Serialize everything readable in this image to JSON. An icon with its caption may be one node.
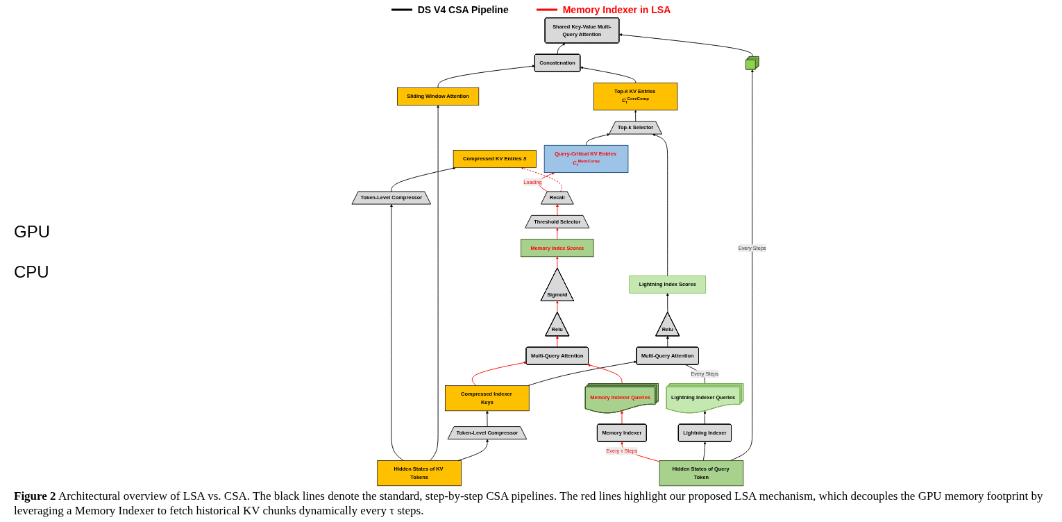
{
  "diagram": {
    "nodes": [
      {
        "text": [
          "Shared Key-Value Multi-Query Attention"
        ]
      },
      {
        "text": [
          "Concatenation"
        ]
      },
      {
        "text": [
          "Top-*k* KV Entries *C*$_{t}$$^{CoreComp}$"
        ]
      },
      {
        "text": [
          "Top-k Selector"
        ]
      },
      {
        "text": [
          "Sliding Window Attention"
        ]
      },
      {
        "text": [
          "Lightning Index Scores"
        ]
      },
      {
        "text": [
          "Relu"
        ]
      },
      {
        "text": [
          "Multi-Query Attention"
        ]
      },
      {
        "text": [
          "Memory Index Scores"
        ]
      },
      {
        "text": [
          "Sigmoid"
        ]
      },
      {
        "text": [
          "Relu"
        ]
      },
      {
        "text": [
          "Multi-Query Attention"
        ]
      },
      {
        "text": [
          "Query-Critical KV Entries *C*$_{t}$$^{MemComp}$"
        ]
      },
      {
        "text": [
          "Threshold Selector"
        ]
      },
      {
        "text": [
          "Compressed Indexer Keys"
        ]
      },
      {
        "text": [
          "Memory Indexer Queries"
        ]
      },
      {
        "text": [
          "Lightning Indexer Queries"
        ]
      },
      {
        "text": [],
        "shape": "box"
      },
      {
        "text": [
          "Recall"
        ]
      },
      {
        "text": [
          "Memory Indexer"
        ]
      },
      {
        "text": [
          "Lightning Indexer"
        ]
      },
      {
        "text": [
          "Compressed KV Entries *S*"
        ]
      },
      {
        "text": [
          "Token-Level Compressor"
        ]
      },
      {
        "text": [
          "Token-Level Compressor"
        ]
      },
      {
        "text": [
          "Hidden States of KV Tokens"
        ]
      },
      {
        "text": [
          "Hidden States of Query Token"
        ]
      }
    ],
    "edges": [
      {
        "from": 1,
        "to": 0,
        "arrow": "to"
      },
      {
        "from": 2,
        "to": 1,
        "arrow": "to"
      },
      {
        "from": 3,
        "to": 2,
        "arrow": "to"
      },
      {
        "from": 4,
        "to": 1,
        "arrow": "to"
      },
      {
        "from": 5,
        "to": 3,
        "arrow": "to"
      },
      {
        "from": 6,
        "to": 5,
        "arrow": "to"
      },
      {
        "from": 7,
        "to": 6,
        "arrow": "to"
      },
      {
        "from": 12,
        "to": 3,
        "arrow": "to"
      },
      {
        "from": 8,
        "to": 13,
        "arrow": "to",
        "color": "#ff0000"
      },
      {
        "from": 9,
        "to": 8,
        "arrow": "to",
        "color": "#ff0000"
      },
      {
        "from": 10,
        "to": 9,
        "arrow": "to",
        "color": "#ff0000"
      },
      {
        "from": 11,
        "to": 10,
        "arrow": "to",
        "color": "#ff0000"
      },
      {
        "from": 14,
        "to": 11,
        "arrow": "to",
        "color": "#ff0000"
      },
      {
        "from": 14,
        "to": 7,
        "arrow": "to"
      },
      {
        "from": 15,
        "to": 11,
        "arrow": "to",
        "color": "#ff0000"
      },
      {
        "from": 16,
        "to": 7,
        "arrow": "none",
        "label": "Every Steps"
      },
      {
        "from": 17,
        "to": 0,
        "arrow": "to"
      },
      {
        "from": 13,
        "to": 18,
        "arrow": "to",
        "color": "#ff0000"
      },
      {
        "from": 18,
        "to": 12,
        "arrow": "to",
        "label": "Loading",
        "color": "#ff0000"
      },
      {
        "from": 18,
        "to": 21,
        "arrow": "to",
        "style": "dashed",
        "color": "#ff0000"
      },
      {
        "from": 23,
        "to": 21,
        "arrow": "to"
      },
      {
        "from": 24,
        "to": 23,
        "arrow": "to"
      },
      {
        "from": 24,
        "to": 4,
        "arrow": "to"
      },
      {
        "from": 24,
        "to": 22,
        "arrow": "to"
      },
      {
        "from": 22,
        "to": 14,
        "arrow": "to"
      },
      {
        "from": 19,
        "to": 15,
        "arrow": "to",
        "color": "#ff0000"
      },
      {
        "from": 20,
        "to": 16,
        "arrow": "to"
      },
      {
        "from": 25,
        "to": 19,
        "arrow": "to",
        "label": "Every τ Steps",
        "color": "#ff0000"
      },
      {
        "from": 25,
        "to": 20,
        "arrow": "to"
      },
      {
        "from": 25,
        "to": 17,
        "arrow": "to",
        "label": "Every Steps"
      }
    ],
    "labels": [
      "GPU",
      "CPU"
    ],
    "legend": [
      {
        "text": "DS V4 CSA Pipeline"
      },
      {
        "text": "Memory Indexer in LSA"
      }
    ],
    "caption": "**Figure 2** Architectural overview of LSA vs. CSA. The black lines denote the standard, step-by-step CSA pipelines. The red lines highlight our proposed LSA mechanism, which decouples the GPU memory footprint by leveraging a Memory Indexer to fetch historical KV chunks dynamically every τ steps."
  }
}
